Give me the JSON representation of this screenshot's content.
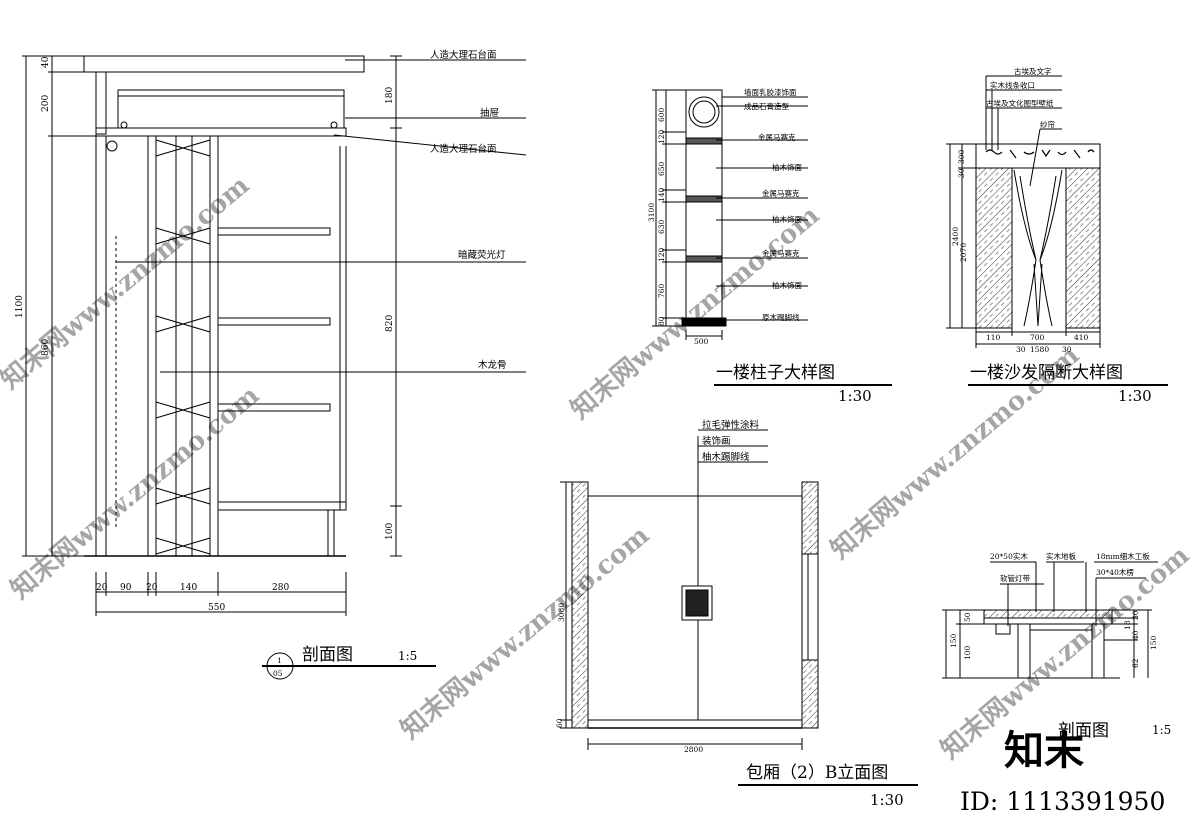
{
  "drawing_1": {
    "title": "剖面图",
    "scale": "1:5",
    "ref_top": "1",
    "ref_bottom": "05",
    "callouts": [
      "人造大理石台面",
      "抽屉",
      "人造大理石台面",
      "暗藏荧光灯",
      "木龙骨"
    ],
    "left_dims": [
      "40",
      "200",
      "1100",
      "860"
    ],
    "right_dims": [
      "180",
      "820",
      "100"
    ],
    "bottom_dims": [
      "20",
      "90",
      "20",
      "140",
      "280"
    ],
    "overall_width": "550"
  },
  "drawing_2": {
    "title": "一楼柱子大样图",
    "scale": "1:30",
    "callouts": [
      "墙面乳胶漆饰面",
      "成品石膏造型",
      "金属马赛克",
      "柚木饰面",
      "金属马赛克",
      "柚木饰面",
      "金属马赛克",
      "柚木饰面",
      "原木踢脚线"
    ],
    "left_dims": [
      "600",
      "120",
      "650",
      "140",
      "630",
      "120",
      "760",
      "80"
    ],
    "overall_height": "3100",
    "width_dim": "500"
  },
  "drawing_3": {
    "title": "一楼沙发隔断大样图",
    "scale": "1:30",
    "callouts": [
      "古埃及文字",
      "实木线条收口",
      "古埃及文化图型壁纸",
      "纱帘"
    ],
    "left_dims": [
      "300",
      "30",
      "2400",
      "2070"
    ],
    "bottom_dims": [
      "110",
      "700",
      "410",
      "30",
      "1580",
      "30"
    ]
  },
  "drawing_4": {
    "title": "包厢（2）B立面图",
    "scale": "1:30",
    "callouts": [
      "拉毛弹性涂料",
      "装饰画",
      "柚木踢脚线"
    ],
    "height_dim": "3080",
    "base_dim": "60",
    "width_dim": "2800"
  },
  "drawing_5": {
    "title": "剖面图",
    "scale": "1:5",
    "callouts": [
      "20*50实木",
      "实木地板",
      "18mm细木工板",
      "软管灯带",
      "30*40木楞"
    ],
    "left_dims": [
      "150",
      "50",
      "100"
    ],
    "right_dims": [
      "30",
      "40",
      "62",
      "18",
      "150"
    ]
  },
  "watermarks": [
    "知末网www.znzmo.com",
    "知末网www.znzmo.com",
    "知末网www.znzmo.com",
    "知末网www.znzmo.com",
    "知末网www.znzmo.com",
    "知末网www.znzmo.com"
  ],
  "branding": {
    "logo": "知末",
    "id_label": "ID: 1113391950"
  }
}
